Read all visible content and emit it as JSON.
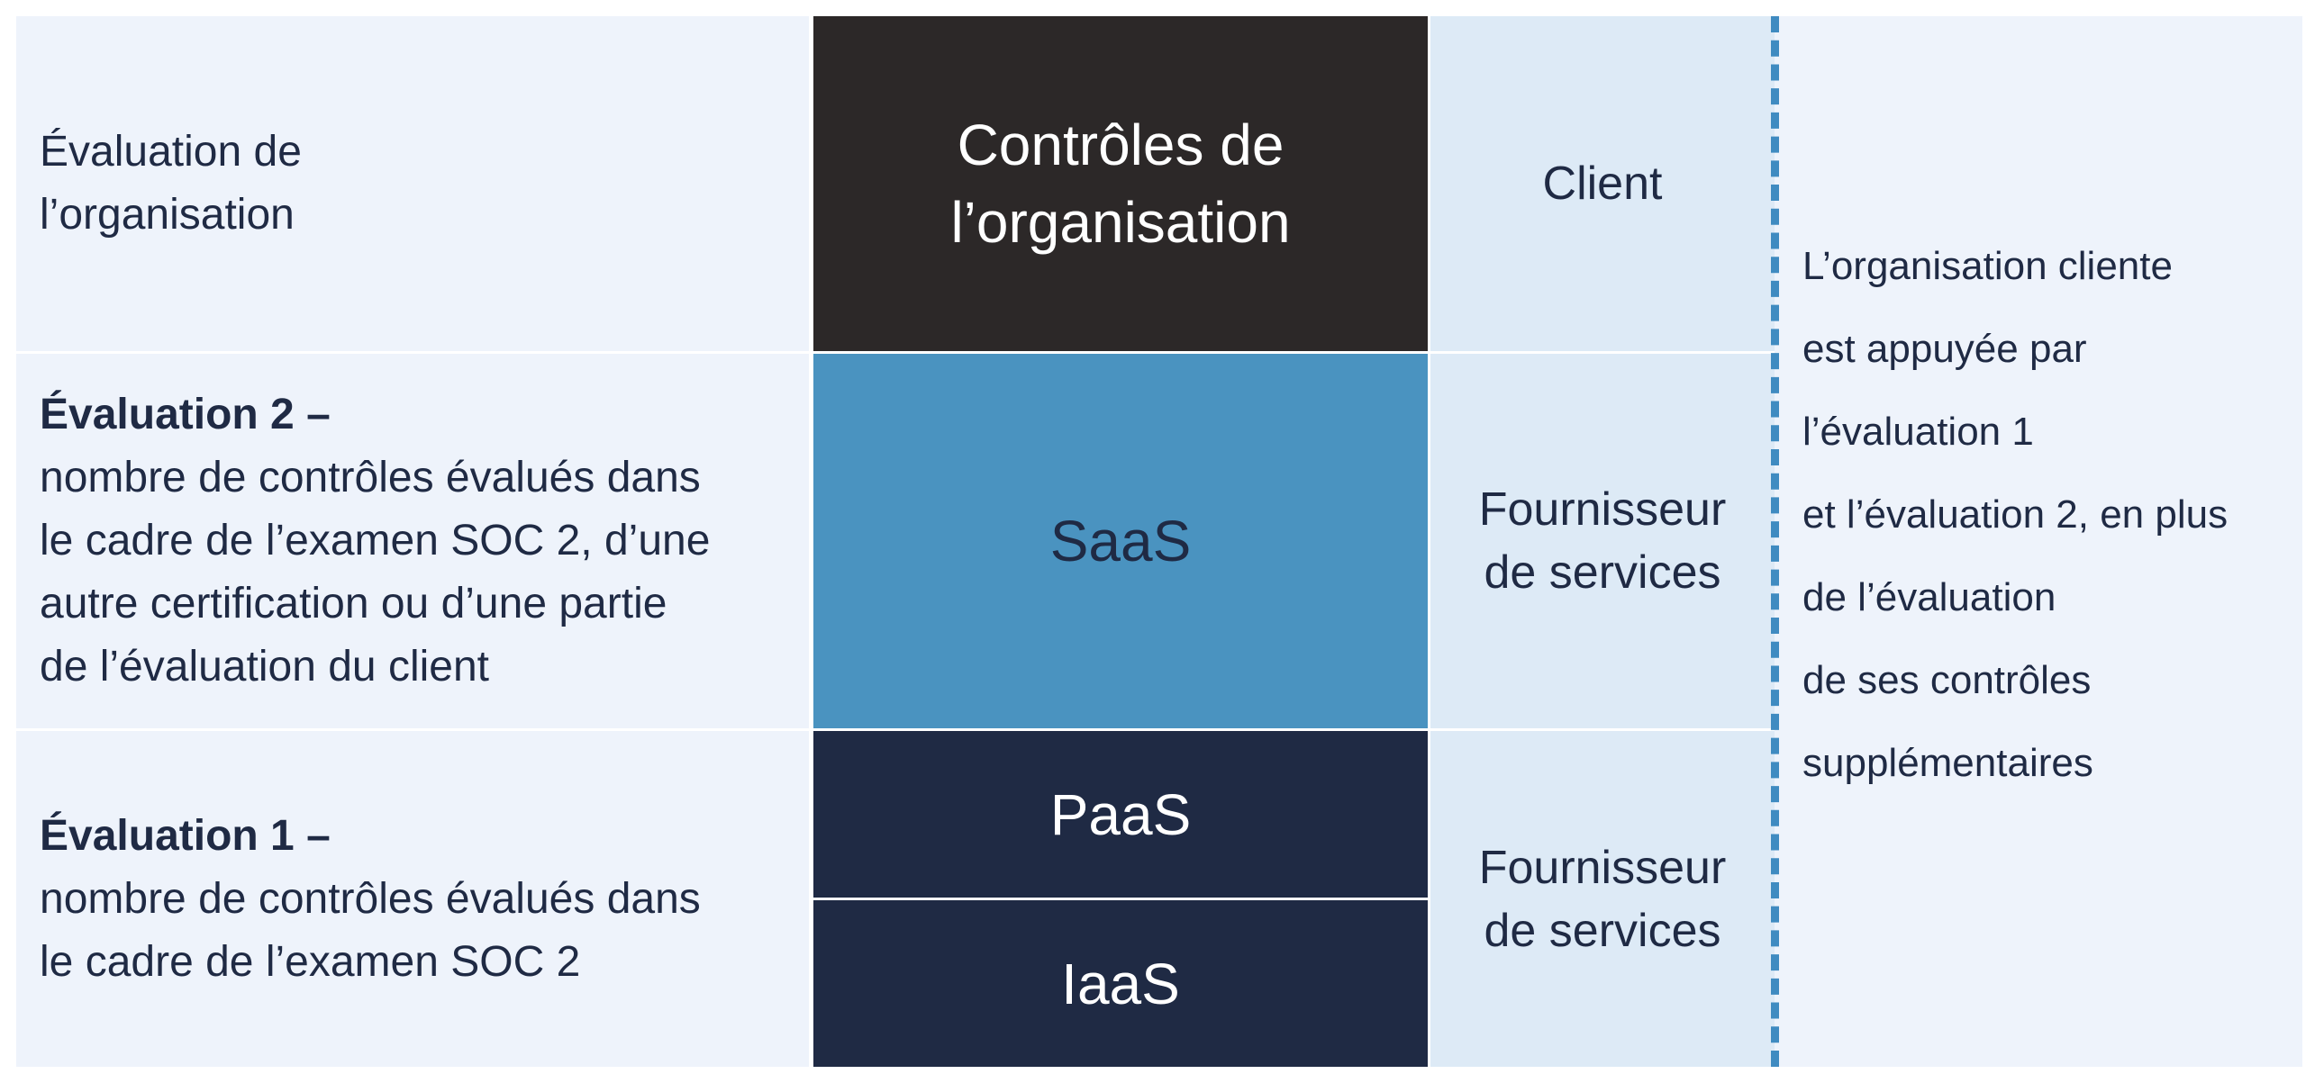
{
  "rows": [
    {
      "id": "organisation",
      "left_bold": "",
      "left_text": "Évaluation de\nl’organisation",
      "layers": [
        {
          "label": "Contrôles de\nl’organisation",
          "color": "#2c2828"
        }
      ],
      "responsibility": "Client"
    },
    {
      "id": "evaluation-2",
      "left_bold": "Évaluation 2 –",
      "left_text": "nombre de contrôles évalués dans\nle cadre de l’examen SOC 2, d’une\nautre certification ou d’une partie\nde l’évaluation du client",
      "layers": [
        {
          "label": "SaaS",
          "color": "#4a93c0"
        }
      ],
      "responsibility": "Fournisseur\nde services"
    },
    {
      "id": "evaluation-1",
      "left_bold": "Évaluation 1 –",
      "left_text": "nombre de contrôles évalués dans\nle cadre de l’examen SOC 2",
      "layers": [
        {
          "label": "PaaS",
          "color": "#1f2a44"
        },
        {
          "label": "IaaS",
          "color": "#1f2a44"
        }
      ],
      "responsibility": "Fournisseur\nde services"
    }
  ],
  "note_lines": [
    "L’organisation cliente",
    "est appuyée par",
    "l’évaluation 1",
    "et l’évaluation 2, en plus",
    "de l’évaluation",
    "de ses contrôles",
    "supplémentaires"
  ],
  "colors": {
    "background_light": "#eef3fb",
    "responsibility_bg": "#ddeaf6",
    "divider": "#3f8bc1",
    "text_dark": "#1f2a44"
  }
}
